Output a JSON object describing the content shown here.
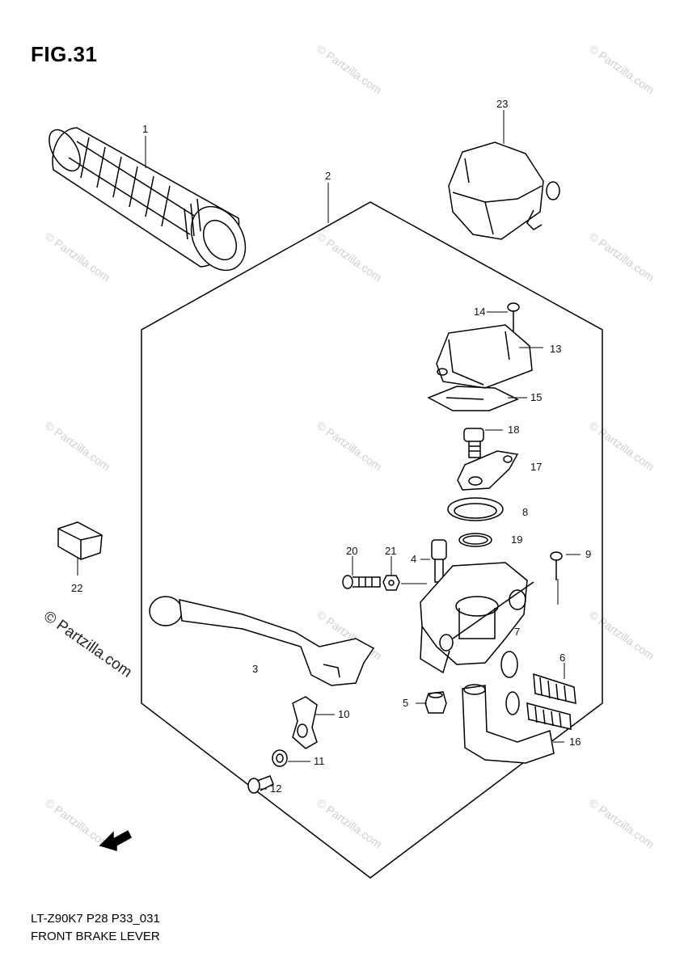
{
  "figure": {
    "title": "FIG.31"
  },
  "footer": {
    "model_code": "LT-Z90K7 P28 P33_031",
    "description": "FRONT BRAKE LEVER"
  },
  "watermark": {
    "text": "© Partzilla.com"
  },
  "parts": [
    {
      "num": "1",
      "name": "grip"
    },
    {
      "num": "2",
      "name": "brake-lever-assembly"
    },
    {
      "num": "23",
      "name": "switch-cover"
    },
    {
      "num": "14",
      "name": "screw"
    },
    {
      "num": "13",
      "name": "reservoir-cap"
    },
    {
      "num": "15",
      "name": "diaphragm-plate"
    },
    {
      "num": "18",
      "name": "bolt"
    },
    {
      "num": "17",
      "name": "bracket"
    },
    {
      "num": "8",
      "name": "diaphragm"
    },
    {
      "num": "19",
      "name": "o-ring"
    },
    {
      "num": "9",
      "name": "screw"
    },
    {
      "num": "20",
      "name": "bolt"
    },
    {
      "num": "21",
      "name": "nut"
    },
    {
      "num": "4",
      "name": "bolt"
    },
    {
      "num": "7",
      "name": "master-cylinder-body"
    },
    {
      "num": "6",
      "name": "piston-set"
    },
    {
      "num": "5",
      "name": "nut"
    },
    {
      "num": "16",
      "name": "holder"
    },
    {
      "num": "22",
      "name": "block"
    },
    {
      "num": "3",
      "name": "lever"
    },
    {
      "num": "10",
      "name": "clip"
    },
    {
      "num": "11",
      "name": "collar"
    },
    {
      "num": "12",
      "name": "bolt"
    }
  ]
}
